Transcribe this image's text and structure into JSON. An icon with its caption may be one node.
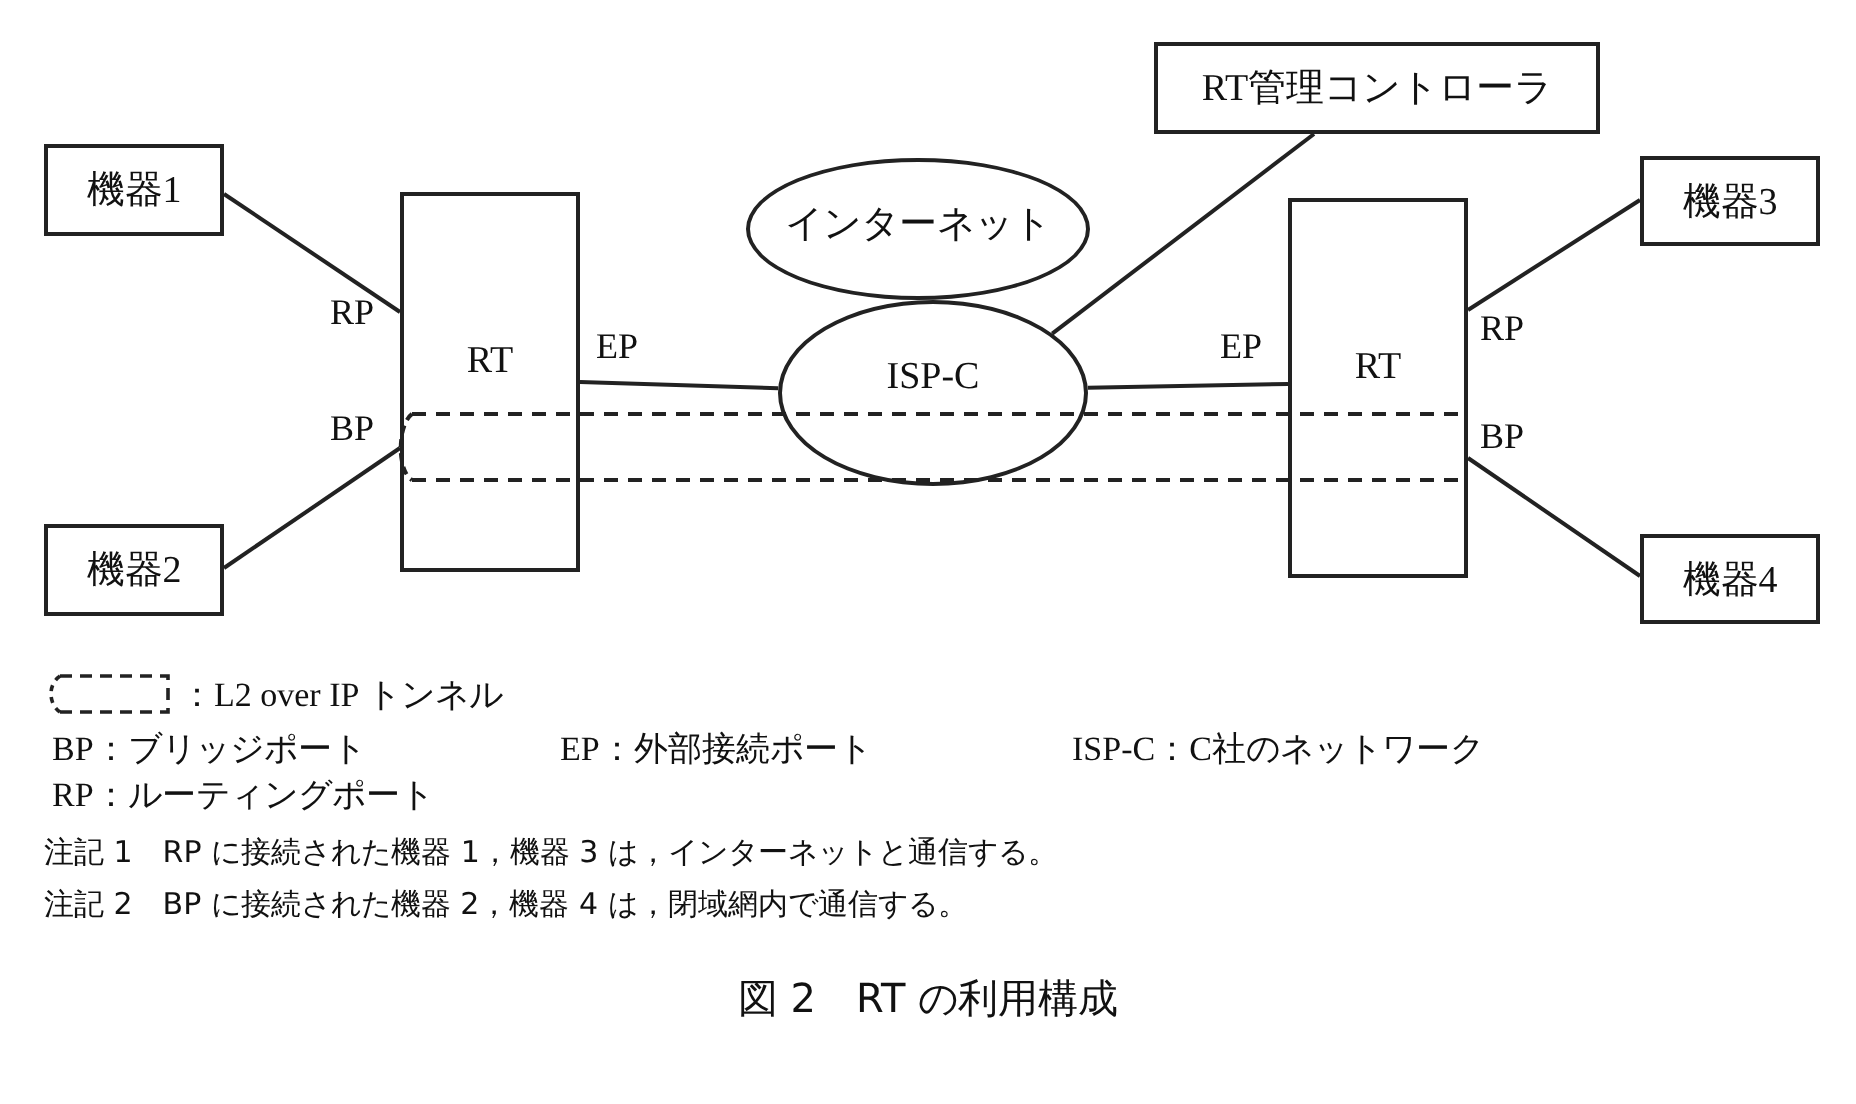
{
  "diagram": {
    "caption": "図 2　RT の利用構成",
    "nodes": [
      {
        "text": [
          "機器1"
        ]
      },
      {
        "text": [
          "機器2"
        ]
      },
      {
        "text": [
          "RT"
        ]
      },
      {
        "text": [
          "インターネット"
        ]
      },
      {
        "text": [
          "ISP-C"
        ]
      },
      {
        "text": [
          "RT管理コントローラ"
        ]
      },
      {
        "text": [
          "RT"
        ]
      },
      {
        "text": [
          "機器3"
        ]
      },
      {
        "text": [
          "機器4"
        ]
      }
    ],
    "edges": [
      {
        "from": 0,
        "to": 2,
        "arrow": "none"
      },
      {
        "from": 1,
        "to": 2,
        "arrow": "none"
      },
      {
        "from": 2,
        "to": 4,
        "arrow": "none"
      },
      {
        "from": 5,
        "to": 4,
        "arrow": "none"
      },
      {
        "from": 4,
        "to": 6,
        "arrow": "none"
      },
      {
        "from": 6,
        "to": 7,
        "arrow": "none"
      },
      {
        "from": 6,
        "to": 8,
        "arrow": "none"
      }
    ],
    "labels": [
      "RP",
      "BP",
      "EP",
      "EP",
      "RP",
      "BP",
      "BP：ブリッジポート",
      "EP：外部接続ポート",
      "ISP-C：C社のネットワーク",
      "RP：ルーティングポート",
      "注記 1　RP に接続された機器 1，機器 3 は，インターネットと通信する。",
      "注記 2　BP に接続された機器 2，機器 4 は，閉域網内で通信する。"
    ],
    "legend": [
      {
        "text": "：L2 over IP トンネル"
      }
    ]
  }
}
